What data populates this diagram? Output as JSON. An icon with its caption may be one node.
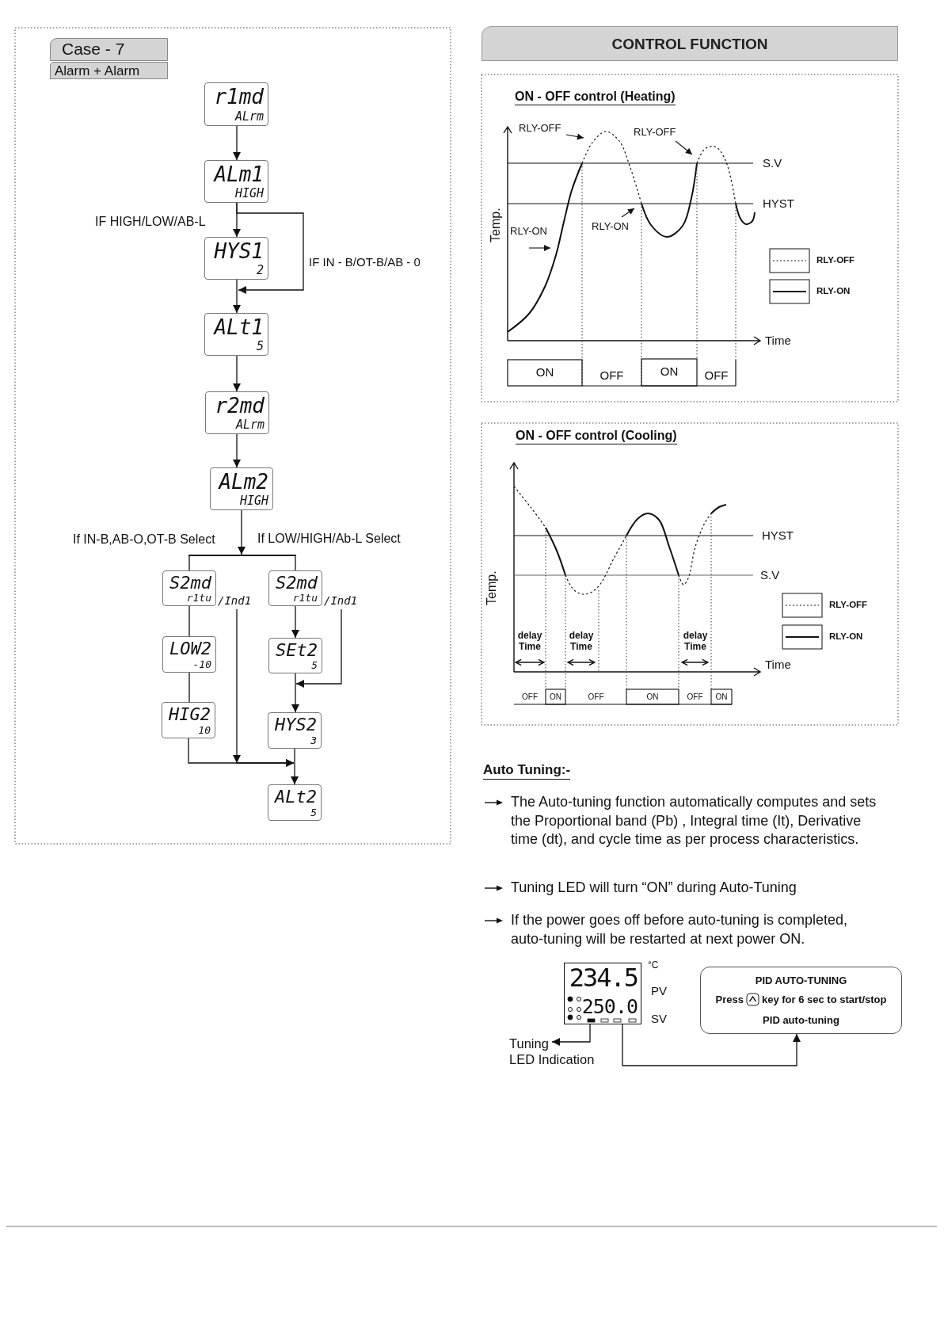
{
  "diagram": {
    "nodes": [
      {
        "text": [
          "Case - 7"
        ]
      },
      {
        "text": [
          "Alarm + Alarm"
        ]
      },
      {
        "text": [
          "r1md",
          "ALrm"
        ]
      },
      {
        "text": [
          "ALm1",
          "HIGH"
        ]
      },
      {
        "text": [
          "HYS1",
          "2"
        ]
      },
      {
        "text": [
          "ALt1",
          "5"
        ]
      },
      {
        "text": [
          "r2md",
          "ALrm"
        ]
      },
      {
        "text": [
          "ALm2",
          "HIGH"
        ]
      },
      {
        "text": [
          "S2md",
          "r1tu"
        ],
        "beside": [
          "/Ind1"
        ]
      },
      {
        "text": [
          "S2md",
          "r1tu"
        ],
        "beside": [
          "/Ind1"
        ]
      },
      {
        "text": [
          "LOW2",
          "-10"
        ]
      },
      {
        "text": [
          "SEt2",
          "5"
        ]
      },
      {
        "text": [
          "HIG2",
          "10"
        ]
      },
      {
        "text": [
          "HYS2",
          "3"
        ]
      },
      {
        "text": [
          "ALt2",
          "5"
        ]
      },
      {
        "text": [
          "CONTROL FUNCTION"
        ]
      },
      {
        "text": [
          "234.5",
          "250.0"
        ],
        "beside": [
          "°C",
          "PV",
          "SV"
        ]
      },
      {
        "text": [
          "PID AUTO-TUNING",
          "Press",
          "key for 6 sec to start/stop",
          "PID auto-tuning"
        ]
      },
      {
        "text": [
          "Tuning",
          "LED Indication"
        ]
      },
      {
        "text": [],
        "shape": "bar"
      }
    ],
    "edges": [
      {
        "from": 2,
        "to": 3,
        "arrow": "to"
      },
      {
        "from": 3,
        "to": 4,
        "arrow": "to",
        "label": "IF HIGH/LOW/AB-L"
      },
      {
        "from": 3,
        "to": 5,
        "arrow": "to",
        "label": "IF IN - B/OT-B/AB - 0"
      },
      {
        "from": 4,
        "to": 5,
        "arrow": "to"
      },
      {
        "from": 5,
        "to": 6,
        "arrow": "to"
      },
      {
        "from": 6,
        "to": 7,
        "arrow": "to"
      },
      {
        "from": 19,
        "to": 8,
        "arrow": "none",
        "label": "If IN-B,AB-O,OT-B Select"
      },
      {
        "from": 19,
        "to": 9,
        "arrow": "none",
        "label": "If LOW/HIGH/Ab-L Select"
      },
      {
        "from": 8,
        "to": 10,
        "arrow": "none"
      },
      {
        "from": 10,
        "to": 12,
        "arrow": "none"
      },
      {
        "from": 12,
        "to": 14,
        "arrow": "to"
      },
      {
        "from": 8,
        "to": 14,
        "arrow": "to"
      },
      {
        "from": 9,
        "to": 11,
        "arrow": "to"
      },
      {
        "from": 9,
        "to": 13,
        "arrow": "to"
      },
      {
        "from": 11,
        "to": 13,
        "arrow": "to"
      },
      {
        "from": 13,
        "to": 14,
        "arrow": "to"
      },
      {
        "from": 16,
        "to": 18,
        "arrow": "to"
      },
      {
        "from": 16,
        "to": 17,
        "arrow": "to"
      },
      {
        "from": 7,
        "to": 19,
        "arrow": "to"
      }
    ],
    "labels": [
      "ON - OFF control (Heating)",
      "RLY-OFF",
      "RLY-OFF",
      "RLY-ON",
      "RLY-ON",
      "S.V",
      "HYST",
      "Temp.",
      "Time",
      "ON",
      "OFF",
      "ON",
      "OFF",
      "ON - OFF control (Cooling)",
      "HYST",
      "S.V",
      "Temp.",
      "delay Time",
      "delay Time",
      "delay Time",
      "Time",
      "OFF",
      "ON",
      "OFF",
      "ON",
      "OFF",
      "ON",
      "Auto Tuning:-",
      "The Auto-tuning function automatically computes and sets the Proportional band (Pb) , Integral time (It), Derivative time (dt), and cycle time as per process characteristics.",
      "Tuning LED will turn “ON” during Auto-Tuning",
      "If the power goes off before auto-tuning is completed, auto-tuning will be restarted at next power ON."
    ],
    "legend": [
      {
        "text": "RLY-OFF"
      },
      {
        "text": "RLY-ON"
      },
      {
        "text": "RLY-OFF"
      },
      {
        "text": "RLY-ON"
      }
    ]
  }
}
